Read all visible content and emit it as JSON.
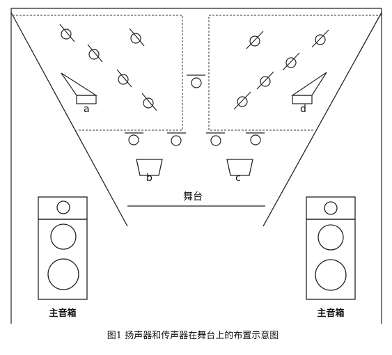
{
  "labels": {
    "a": "a",
    "b": "b",
    "c": "c",
    "d": "d",
    "stage": "舞台",
    "main_speaker_left": "主音箱",
    "main_speaker_right": "主音箱"
  },
  "caption": "图1 扬声器和传声器在舞台上的布置示意图",
  "icons": {
    "mic": "microphone-icon",
    "speaker": "loudspeaker-icon"
  }
}
